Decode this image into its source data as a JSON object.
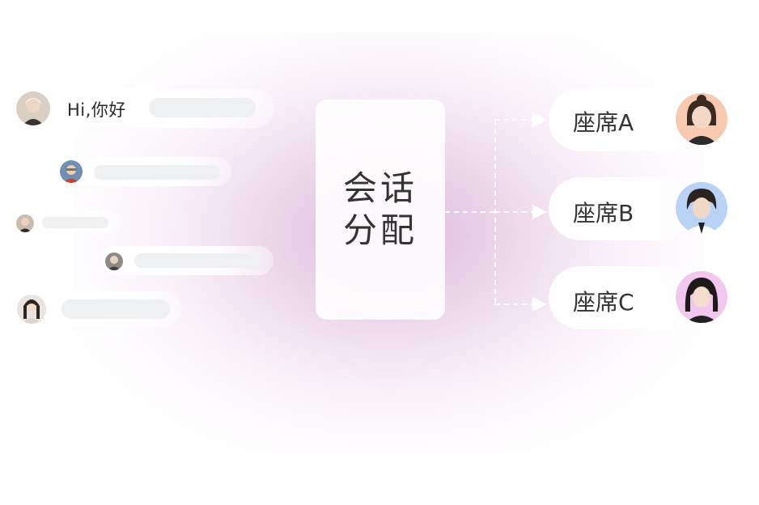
{
  "incoming": {
    "greeting": "Hi,你好"
  },
  "center": {
    "line1": "会话",
    "line2": "分配"
  },
  "seats": [
    {
      "label": "座席A",
      "color": "#f7c9b0"
    },
    {
      "label": "座席B",
      "color": "#b9d3f5"
    },
    {
      "label": "座席C",
      "color": "#f1c6ef"
    }
  ],
  "colors": {
    "glow": "#c07cb9",
    "bar": "#eef0f1",
    "connector": "#ffffff",
    "text": "#333333"
  }
}
